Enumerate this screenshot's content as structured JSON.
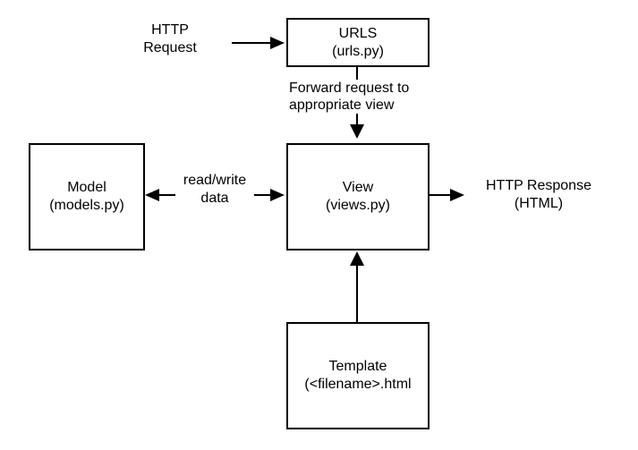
{
  "diagram": {
    "type": "flow-diagram",
    "nodes": {
      "urls": {
        "line1": "URLS",
        "line2": "(urls.py)"
      },
      "model": {
        "line1": "Model",
        "line2": "(models.py)"
      },
      "view": {
        "line1": "View",
        "line2": "(views.py)"
      },
      "template": {
        "line1": "Template",
        "line2": "(<filename>.html"
      }
    },
    "labels": {
      "http_request": {
        "line1": "HTTP",
        "line2": "Request"
      },
      "forward": {
        "line1": "Forward request to",
        "line2": "appropriate view"
      },
      "read_write": {
        "line1": "read/write",
        "line2": "data"
      },
      "http_response": {
        "line1": "HTTP Response",
        "line2": "(HTML)"
      }
    },
    "edges": [
      {
        "from": "HTTP Request",
        "to": "URLS",
        "direction": "right"
      },
      {
        "from": "URLS",
        "to": "View",
        "direction": "down",
        "label": "Forward request to appropriate view"
      },
      {
        "from": "View",
        "to": "Model",
        "direction": "both",
        "label": "read/write data"
      },
      {
        "from": "View",
        "to": "HTTP Response (HTML)",
        "direction": "right"
      },
      {
        "from": "Template",
        "to": "View",
        "direction": "up"
      }
    ],
    "colors": {
      "line": "#000000",
      "text": "#000000",
      "background": "#ffffff"
    }
  }
}
